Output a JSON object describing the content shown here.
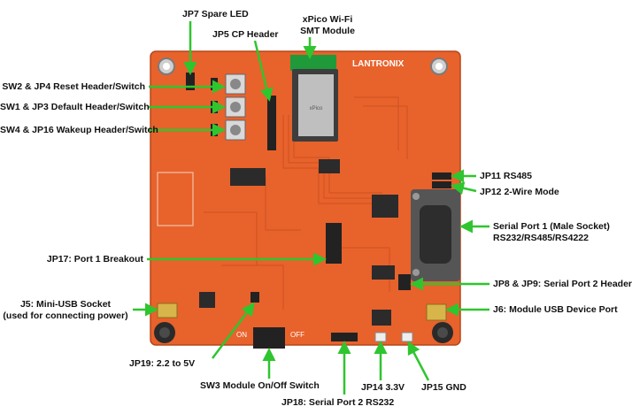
{
  "board": {
    "brand": "LANTRONIX",
    "pcb_color": "#e8622c",
    "arrow_color": "#2fc52f"
  },
  "labels": {
    "jp7": "JP7 Spare LED",
    "xpico_line1": "xPico Wi-Fi",
    "xpico_line2": "SMT Module",
    "jp5": "JP5 CP Header",
    "sw2": "SW2 & JP4 Reset Header/Switch",
    "sw1": "SW1 & JP3 Default Header/Switch",
    "sw4": "SW4 & JP16 Wakeup Header/Switch",
    "jp11": "JP11 RS485",
    "jp12": "JP12 2-Wire Mode",
    "serial1_line1": "Serial Port 1 (Male Socket)",
    "serial1_line2": "RS232/RS485/RS4222",
    "jp17": "JP17: Port 1 Breakout",
    "jp8": "JP8 & JP9: Serial Port 2 Header",
    "j5_line1": "J5: Mini-USB Socket",
    "j5_line2": "(used for connecting power)",
    "j6": "J6: Module USB Device Port",
    "jp19": "JP19: 2.2 to 5V",
    "sw3": "SW3 Module On/Off Switch",
    "jp14": "JP14 3.3V",
    "jp15": "JP15 GND",
    "jp18": "JP18: Serial Port 2 RS232"
  }
}
